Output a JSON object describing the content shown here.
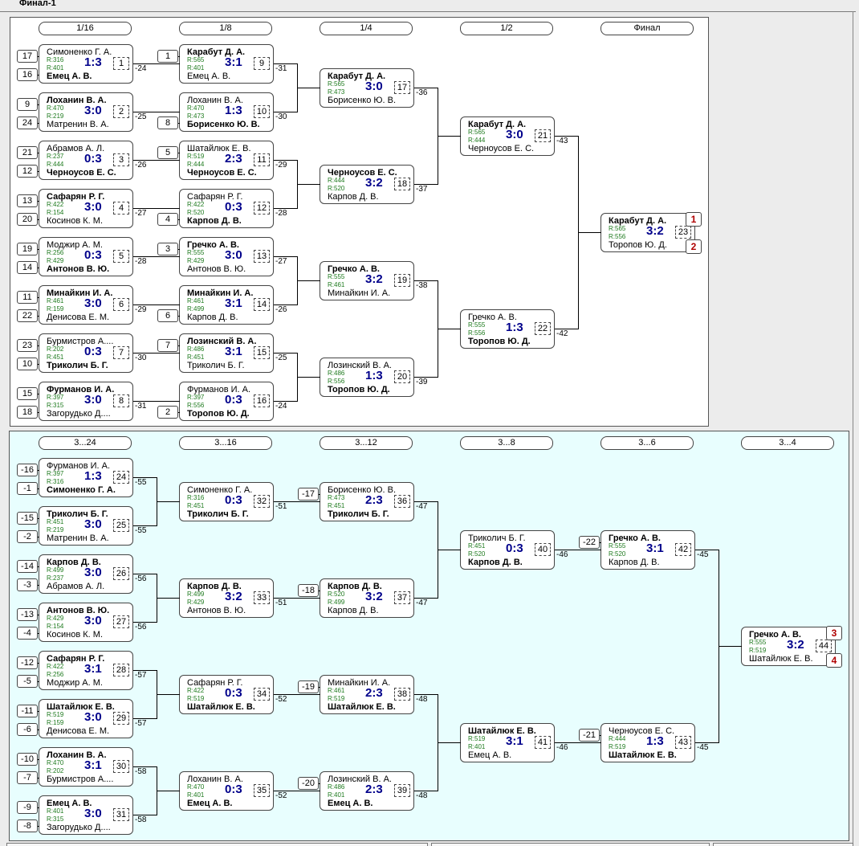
{
  "title": "Финал-1",
  "upper": {
    "headers": [
      "1/16",
      "1/8",
      "1/4",
      "1/2",
      "Финал"
    ],
    "matches": [
      {
        "num": "1",
        "p1": "Симоненко Г. А.",
        "p2": "Емец А. В.",
        "r1": "R:316",
        "r2": "R:401",
        "score": "1:3",
        "winner": 2,
        "s1": "17",
        "s2": "16",
        "loser_to": "-24"
      },
      {
        "num": "2",
        "p1": "Лоханин В. А.",
        "p2": "Матренин В. А.",
        "r1": "R:470",
        "r2": "R:219",
        "score": "3:0",
        "winner": 1,
        "s1": "9",
        "s2": "24",
        "loser_to": "-25"
      },
      {
        "num": "3",
        "p1": "Абрамов А. Л.",
        "p2": "Черноусов Е. С.",
        "r1": "R:237",
        "r2": "R:444",
        "score": "0:3",
        "winner": 2,
        "s1": "21",
        "s2": "12",
        "loser_to": "-26"
      },
      {
        "num": "4",
        "p1": "Сафарян Р. Г.",
        "p2": "Косинов К. М.",
        "r1": "R:422",
        "r2": "R:154",
        "score": "3:0",
        "winner": 1,
        "s1": "13",
        "s2": "20",
        "loser_to": "-27"
      },
      {
        "num": "5",
        "p1": "Моджир А. М.",
        "p2": "Антонов В. Ю.",
        "r1": "R:256",
        "r2": "R:429",
        "score": "0:3",
        "winner": 2,
        "s1": "19",
        "s2": "14",
        "loser_to": "-28"
      },
      {
        "num": "6",
        "p1": "Минайкин И. А.",
        "p2": "Денисова Е. М.",
        "r1": "R:461",
        "r2": "R:159",
        "score": "3:0",
        "winner": 1,
        "s1": "11",
        "s2": "22",
        "loser_to": "-29"
      },
      {
        "num": "7",
        "p1": "Бурмистров А....",
        "p2": "Триколич Б. Г.",
        "r1": "R:202",
        "r2": "R:451",
        "score": "0:3",
        "winner": 2,
        "s1": "23",
        "s2": "10",
        "loser_to": "-30"
      },
      {
        "num": "8",
        "p1": "Фурманов И. А.",
        "p2": "Загорудько Д....",
        "r1": "R:397",
        "r2": "R:315",
        "score": "3:0",
        "winner": 1,
        "s1": "15",
        "s2": "18",
        "loser_to": "-31"
      },
      {
        "num": "9",
        "p1": "Карабут Д. А.",
        "p2": "Емец А. В.",
        "r1": "R:565",
        "r2": "R:401",
        "score": "3:1",
        "winner": 1,
        "s1": "1",
        "s2": "",
        "loser_to": "-31"
      },
      {
        "num": "10",
        "p1": "Лоханин В. А.",
        "p2": "Борисенко Ю. В.",
        "r1": "R:470",
        "r2": "R:473",
        "score": "1:3",
        "winner": 2,
        "s1": "",
        "s2": "8",
        "loser_to": "-30"
      },
      {
        "num": "11",
        "p1": "Шатайлюк Е. В.",
        "p2": "Черноусов Е. С.",
        "r1": "R:519",
        "r2": "R:444",
        "score": "2:3",
        "winner": 2,
        "s1": "5",
        "s2": "",
        "loser_to": "-29"
      },
      {
        "num": "12",
        "p1": "Сафарян Р. Г.",
        "p2": "Карпов Д. В.",
        "r1": "R:422",
        "r2": "R:520",
        "score": "0:3",
        "winner": 2,
        "s1": "",
        "s2": "4",
        "loser_to": "-28"
      },
      {
        "num": "13",
        "p1": "Гречко А. В.",
        "p2": "Антонов В. Ю.",
        "r1": "R:555",
        "r2": "R:429",
        "score": "3:0",
        "winner": 1,
        "s1": "3",
        "s2": "",
        "loser_to": "-27"
      },
      {
        "num": "14",
        "p1": "Минайкин И. А.",
        "p2": "Карпов Д. В.",
        "r1": "R:461",
        "r2": "R:499",
        "score": "3:1",
        "winner": 1,
        "s1": "",
        "s2": "6",
        "loser_to": "-26"
      },
      {
        "num": "15",
        "p1": "Лозинский В. А.",
        "p2": "Триколич Б. Г.",
        "r1": "R:486",
        "r2": "R:451",
        "score": "3:1",
        "winner": 1,
        "s1": "7",
        "s2": "",
        "loser_to": "-25"
      },
      {
        "num": "16",
        "p1": "Фурманов И. А.",
        "p2": "Торопов Ю. Д.",
        "r1": "R:397",
        "r2": "R:556",
        "score": "0:3",
        "winner": 2,
        "s1": "",
        "s2": "2",
        "loser_to": "-24"
      },
      {
        "num": "17",
        "p1": "Карабут Д. А.",
        "p2": "Борисенко Ю. В.",
        "r1": "R:565",
        "r2": "R:473",
        "score": "3:0",
        "winner": 1,
        "loser_to": "-36"
      },
      {
        "num": "18",
        "p1": "Черноусов Е. С.",
        "p2": "Карпов Д. В.",
        "r1": "R:444",
        "r2": "R:520",
        "score": "3:2",
        "winner": 1,
        "loser_to": "-37"
      },
      {
        "num": "19",
        "p1": "Гречко А. В.",
        "p2": "Минайкин И. А.",
        "r1": "R:555",
        "r2": "R:461",
        "score": "3:2",
        "winner": 1,
        "loser_to": "-38"
      },
      {
        "num": "20",
        "p1": "Лозинский В. А.",
        "p2": "Торопов Ю. Д.",
        "r1": "R:486",
        "r2": "R:556",
        "score": "1:3",
        "winner": 2,
        "loser_to": "-39"
      },
      {
        "num": "21",
        "p1": "Карабут Д. А.",
        "p2": "Черноусов Е. С.",
        "r1": "R:565",
        "r2": "R:444",
        "score": "3:0",
        "winner": 1,
        "loser_to": "-43"
      },
      {
        "num": "22",
        "p1": "Гречко А. В.",
        "p2": "Торопов Ю. Д.",
        "r1": "R:555",
        "r2": "R:556",
        "score": "1:3",
        "winner": 2,
        "loser_to": "-42"
      },
      {
        "num": "23",
        "p1": "Карабут Д. А.",
        "p2": "Торопов Ю. Д.",
        "r1": "R:565",
        "r2": "R:556",
        "score": "3:2",
        "winner": 1,
        "place1": "1",
        "place2": "2"
      }
    ]
  },
  "lower": {
    "headers": [
      "3...24",
      "3...16",
      "3...12",
      "3...8",
      "3...6",
      "3...4"
    ],
    "matches": [
      {
        "num": "24",
        "p1": "Фурманов И. А.",
        "p2": "Симоненко Г. А.",
        "r1": "R:397",
        "r2": "R:316",
        "score": "1:3",
        "winner": 2,
        "s1": "-16",
        "s2": "-1",
        "loser_to": "-55"
      },
      {
        "num": "25",
        "p1": "Триколич Б. Г.",
        "p2": "Матренин В. А.",
        "r1": "R:451",
        "r2": "R:219",
        "score": "3:0",
        "winner": 1,
        "s1": "-15",
        "s2": "-2",
        "loser_to": "-55"
      },
      {
        "num": "26",
        "p1": "Карпов Д. В.",
        "p2": "Абрамов А. Л.",
        "r1": "R:499",
        "r2": "R:237",
        "score": "3:0",
        "winner": 1,
        "s1": "-14",
        "s2": "-3",
        "loser_to": "-56"
      },
      {
        "num": "27",
        "p1": "Антонов В. Ю.",
        "p2": "Косинов К. М.",
        "r1": "R:429",
        "r2": "R:154",
        "score": "3:0",
        "winner": 1,
        "s1": "-13",
        "s2": "-4",
        "loser_to": "-56"
      },
      {
        "num": "28",
        "p1": "Сафарян Р. Г.",
        "p2": "Моджир А. М.",
        "r1": "R:422",
        "r2": "R:256",
        "score": "3:1",
        "winner": 1,
        "s1": "-12",
        "s2": "-5",
        "loser_to": "-57"
      },
      {
        "num": "29",
        "p1": "Шатайлюк Е. В.",
        "p2": "Денисова Е. М.",
        "r1": "R:519",
        "r2": "R:159",
        "score": "3:0",
        "winner": 1,
        "s1": "-11",
        "s2": "-6",
        "loser_to": "-57"
      },
      {
        "num": "30",
        "p1": "Лоханин В. А.",
        "p2": "Бурмистров А....",
        "r1": "R:470",
        "r2": "R:202",
        "score": "3:1",
        "winner": 1,
        "s1": "-10",
        "s2": "-7",
        "loser_to": "-58"
      },
      {
        "num": "31",
        "p1": "Емец А. В.",
        "p2": "Загорудько Д....",
        "r1": "R:401",
        "r2": "R:315",
        "score": "3:0",
        "winner": 1,
        "s1": "-9",
        "s2": "-8",
        "loser_to": "-58"
      },
      {
        "num": "32",
        "p1": "Симоненко Г. А.",
        "p2": "Триколич Б. Г.",
        "r1": "R:316",
        "r2": "R:451",
        "score": "0:3",
        "winner": 2,
        "loser_to": "-51"
      },
      {
        "num": "33",
        "p1": "Карпов Д. В.",
        "p2": "Антонов В. Ю.",
        "r1": "R:499",
        "r2": "R:429",
        "score": "3:2",
        "winner": 1,
        "loser_to": "-51"
      },
      {
        "num": "34",
        "p1": "Сафарян Р. Г.",
        "p2": "Шатайлюк Е. В.",
        "r1": "R:422",
        "r2": "R:519",
        "score": "0:3",
        "winner": 2,
        "loser_to": "-52"
      },
      {
        "num": "35",
        "p1": "Лоханин В. А.",
        "p2": "Емец А. В.",
        "r1": "R:470",
        "r2": "R:401",
        "score": "0:3",
        "winner": 2,
        "loser_to": "-52"
      },
      {
        "num": "36",
        "p1": "Борисенко Ю. В.",
        "p2": "Триколич Б. Г.",
        "r1": "R:473",
        "r2": "R:451",
        "score": "2:3",
        "winner": 2,
        "s1": "-17",
        "loser_to": "-47"
      },
      {
        "num": "37",
        "p1": "Карпов Д. В.",
        "p2": "Карпов Д. В.",
        "r1": "R:520",
        "r2": "R:499",
        "score": "3:2",
        "winner": 1,
        "s1": "-18",
        "loser_to": "-47"
      },
      {
        "num": "38",
        "p1": "Минайкин И. А.",
        "p2": "Шатайлюк Е. В.",
        "r1": "R:461",
        "r2": "R:519",
        "score": "2:3",
        "winner": 2,
        "s1": "-19",
        "loser_to": "-48"
      },
      {
        "num": "39",
        "p1": "Лозинский В. А.",
        "p2": "Емец А. В.",
        "r1": "R:486",
        "r2": "R:401",
        "score": "2:3",
        "winner": 2,
        "s1": "-20",
        "loser_to": "-48"
      },
      {
        "num": "40",
        "p1": "Триколич Б. Г.",
        "p2": "Карпов Д. В.",
        "r1": "R:451",
        "r2": "R:520",
        "score": "0:3",
        "winner": 2,
        "loser_to": "-46"
      },
      {
        "num": "41",
        "p1": "Шатайлюк Е. В.",
        "p2": "Емец А. В.",
        "r1": "R:519",
        "r2": "R:401",
        "score": "3:1",
        "winner": 1,
        "loser_to": "-46"
      },
      {
        "num": "42",
        "p1": "Гречко А. В.",
        "p2": "Карпов Д. В.",
        "r1": "R:555",
        "r2": "R:520",
        "score": "3:1",
        "winner": 1,
        "s1": "-22",
        "loser_to": "-45"
      },
      {
        "num": "43",
        "p1": "Черноусов Е. С.",
        "p2": "Шатайлюк Е. В.",
        "r1": "R:444",
        "r2": "R:519",
        "score": "1:3",
        "winner": 2,
        "s1": "-21",
        "loser_to": "-45"
      },
      {
        "num": "44",
        "p1": "Гречко А. В.",
        "p2": "Шатайлюк Е. В.",
        "r1": "R:555",
        "r2": "R:519",
        "score": "3:2",
        "winner": 1,
        "place1": "3",
        "place2": "4"
      }
    ]
  },
  "colors": {
    "upper_bg": "#ffffff",
    "lower_bg": "#e8fefe",
    "score": "#00008b",
    "rating": "#1e7a1e",
    "place": "#b00000"
  }
}
